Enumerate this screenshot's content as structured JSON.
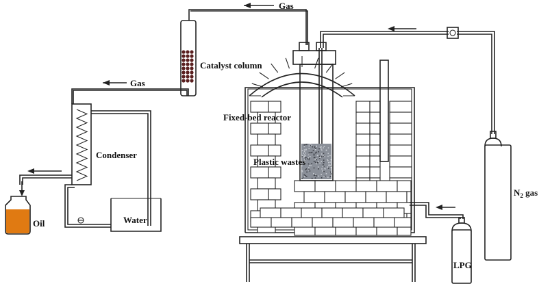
{
  "labels": {
    "gas_top": "Gas",
    "gas_left": "Gas",
    "catalyst_column": "Catalyst column",
    "fixed_bed_reactor": "Fixed-bed reactor",
    "plastic_wastes": "Plastic wastes",
    "condenser": "Condenser",
    "water": "Water",
    "oil": "Oil",
    "lpg": "LPG",
    "n2_main": "N",
    "n2_sub": "2",
    "n2_suffix": " gas"
  },
  "colors": {
    "oil_fill": "#e07a12",
    "catalyst_beads": "#5a1f1f",
    "plastic_waste": "#8a8f98",
    "line": "#222222"
  }
}
